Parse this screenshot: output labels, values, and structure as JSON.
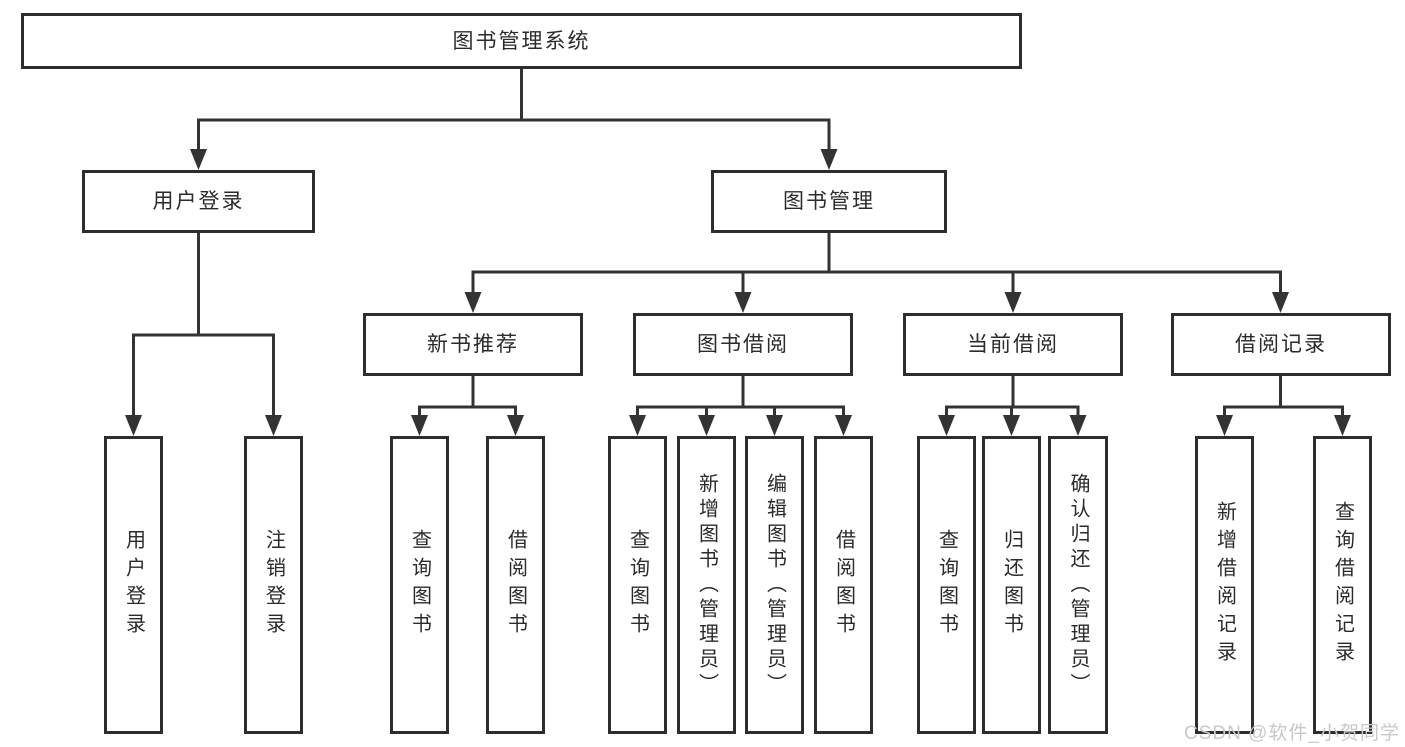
{
  "colors": {
    "background": "#ffffff",
    "connector_line": "#333333",
    "box_border": "#2d2d2d",
    "box_fill": "#ffffff",
    "text": "#2b2b2b",
    "watermark": "#c9c9c9"
  },
  "watermark": {
    "text": "CSDN @软件_小贺同学"
  },
  "tree": {
    "root": {
      "label": "图书管理系统"
    },
    "branches": [
      {
        "label": "用户登录",
        "leaves": [
          {
            "label": "用户登录"
          },
          {
            "label": "注销登录"
          }
        ]
      },
      {
        "label": "图书管理",
        "groups": [
          {
            "label": "新书推荐",
            "leaves": [
              {
                "label": "查询图书"
              },
              {
                "label": "借阅图书"
              }
            ]
          },
          {
            "label": "图书借阅",
            "leaves": [
              {
                "label": "查询图书"
              },
              {
                "label": "新增图书（管理员）"
              },
              {
                "label": "编辑图书（管理员）"
              },
              {
                "label": "借阅图书"
              }
            ]
          },
          {
            "label": "当前借阅",
            "leaves": [
              {
                "label": "查询图书"
              },
              {
                "label": "归还图书"
              },
              {
                "label": "确认归还（管理员）"
              }
            ]
          },
          {
            "label": "借阅记录",
            "leaves": [
              {
                "label": "新增借阅记录"
              },
              {
                "label": "查询借阅记录"
              }
            ]
          }
        ]
      }
    ]
  }
}
